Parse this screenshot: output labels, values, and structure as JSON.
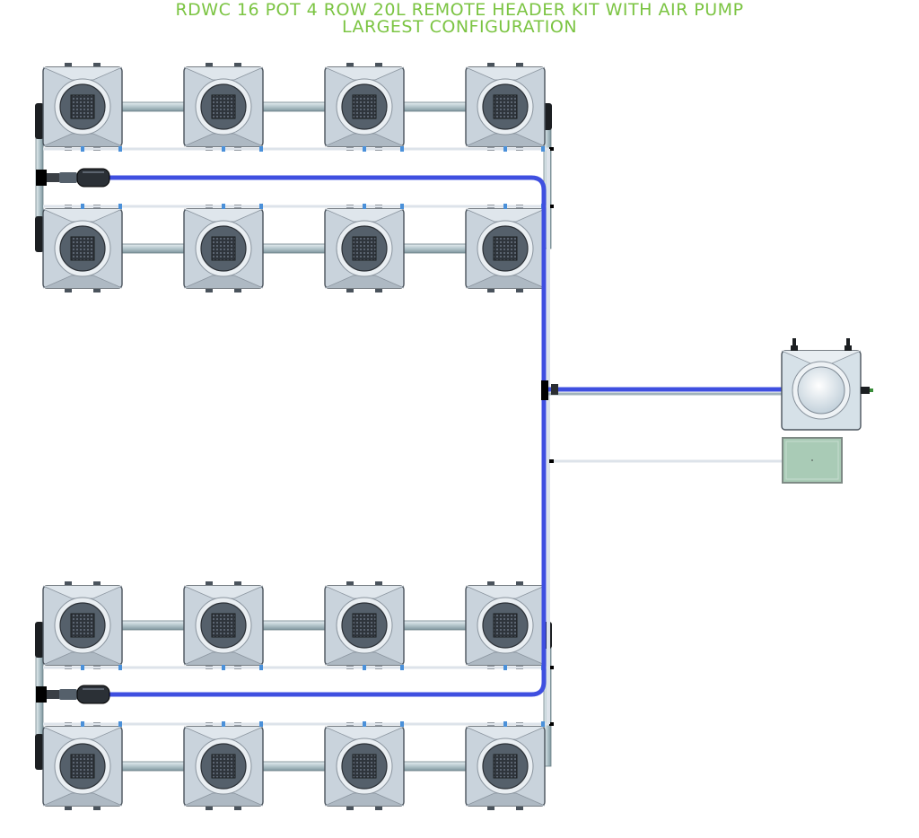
{
  "title": {
    "line1": "RDWC 16 POT 4 ROW 20L REMOTE HEADER KIT WITH AIR PUMP",
    "line2": "LARGEST CONFIGURATION"
  },
  "colors": {
    "title": "#7bc442",
    "pot_body": "#c9d3dc",
    "pot_outline": "#4a535c",
    "pot_lid": "#55606b",
    "pipe": "#b4c6cc",
    "air_line": "#3f4fe0",
    "return_line": "#dde3ea",
    "reservoir": "#d6e1e8",
    "pump_box": "#a9cbb6",
    "fitting": "#000000"
  },
  "diagram": {
    "pot_rows": 4,
    "pots_per_row": 4,
    "total_pots": 16
  }
}
